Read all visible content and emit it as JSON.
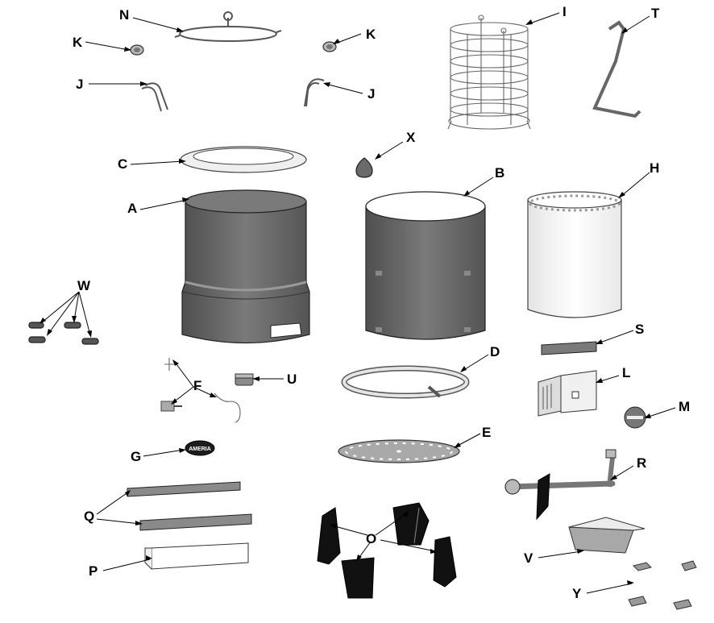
{
  "callouts": {
    "A": "A",
    "B": "B",
    "C": "C",
    "D": "D",
    "E": "E",
    "F": "F",
    "G": "G",
    "H": "H",
    "I": "I",
    "J1": "J",
    "J2": "J",
    "K1": "K",
    "K2": "K",
    "L": "L",
    "M": "M",
    "N": "N",
    "O": "O",
    "P": "P",
    "Q": "Q",
    "R": "R",
    "S": "S",
    "T": "T",
    "U": "U",
    "V": "V",
    "W": "W",
    "X": "X",
    "Y": "Y"
  },
  "badge_text": "AMERIA",
  "colors": {
    "line": "#000000",
    "steel": "#6a6a6a",
    "light_part": "#f4f4f4",
    "background": "#ffffff"
  }
}
